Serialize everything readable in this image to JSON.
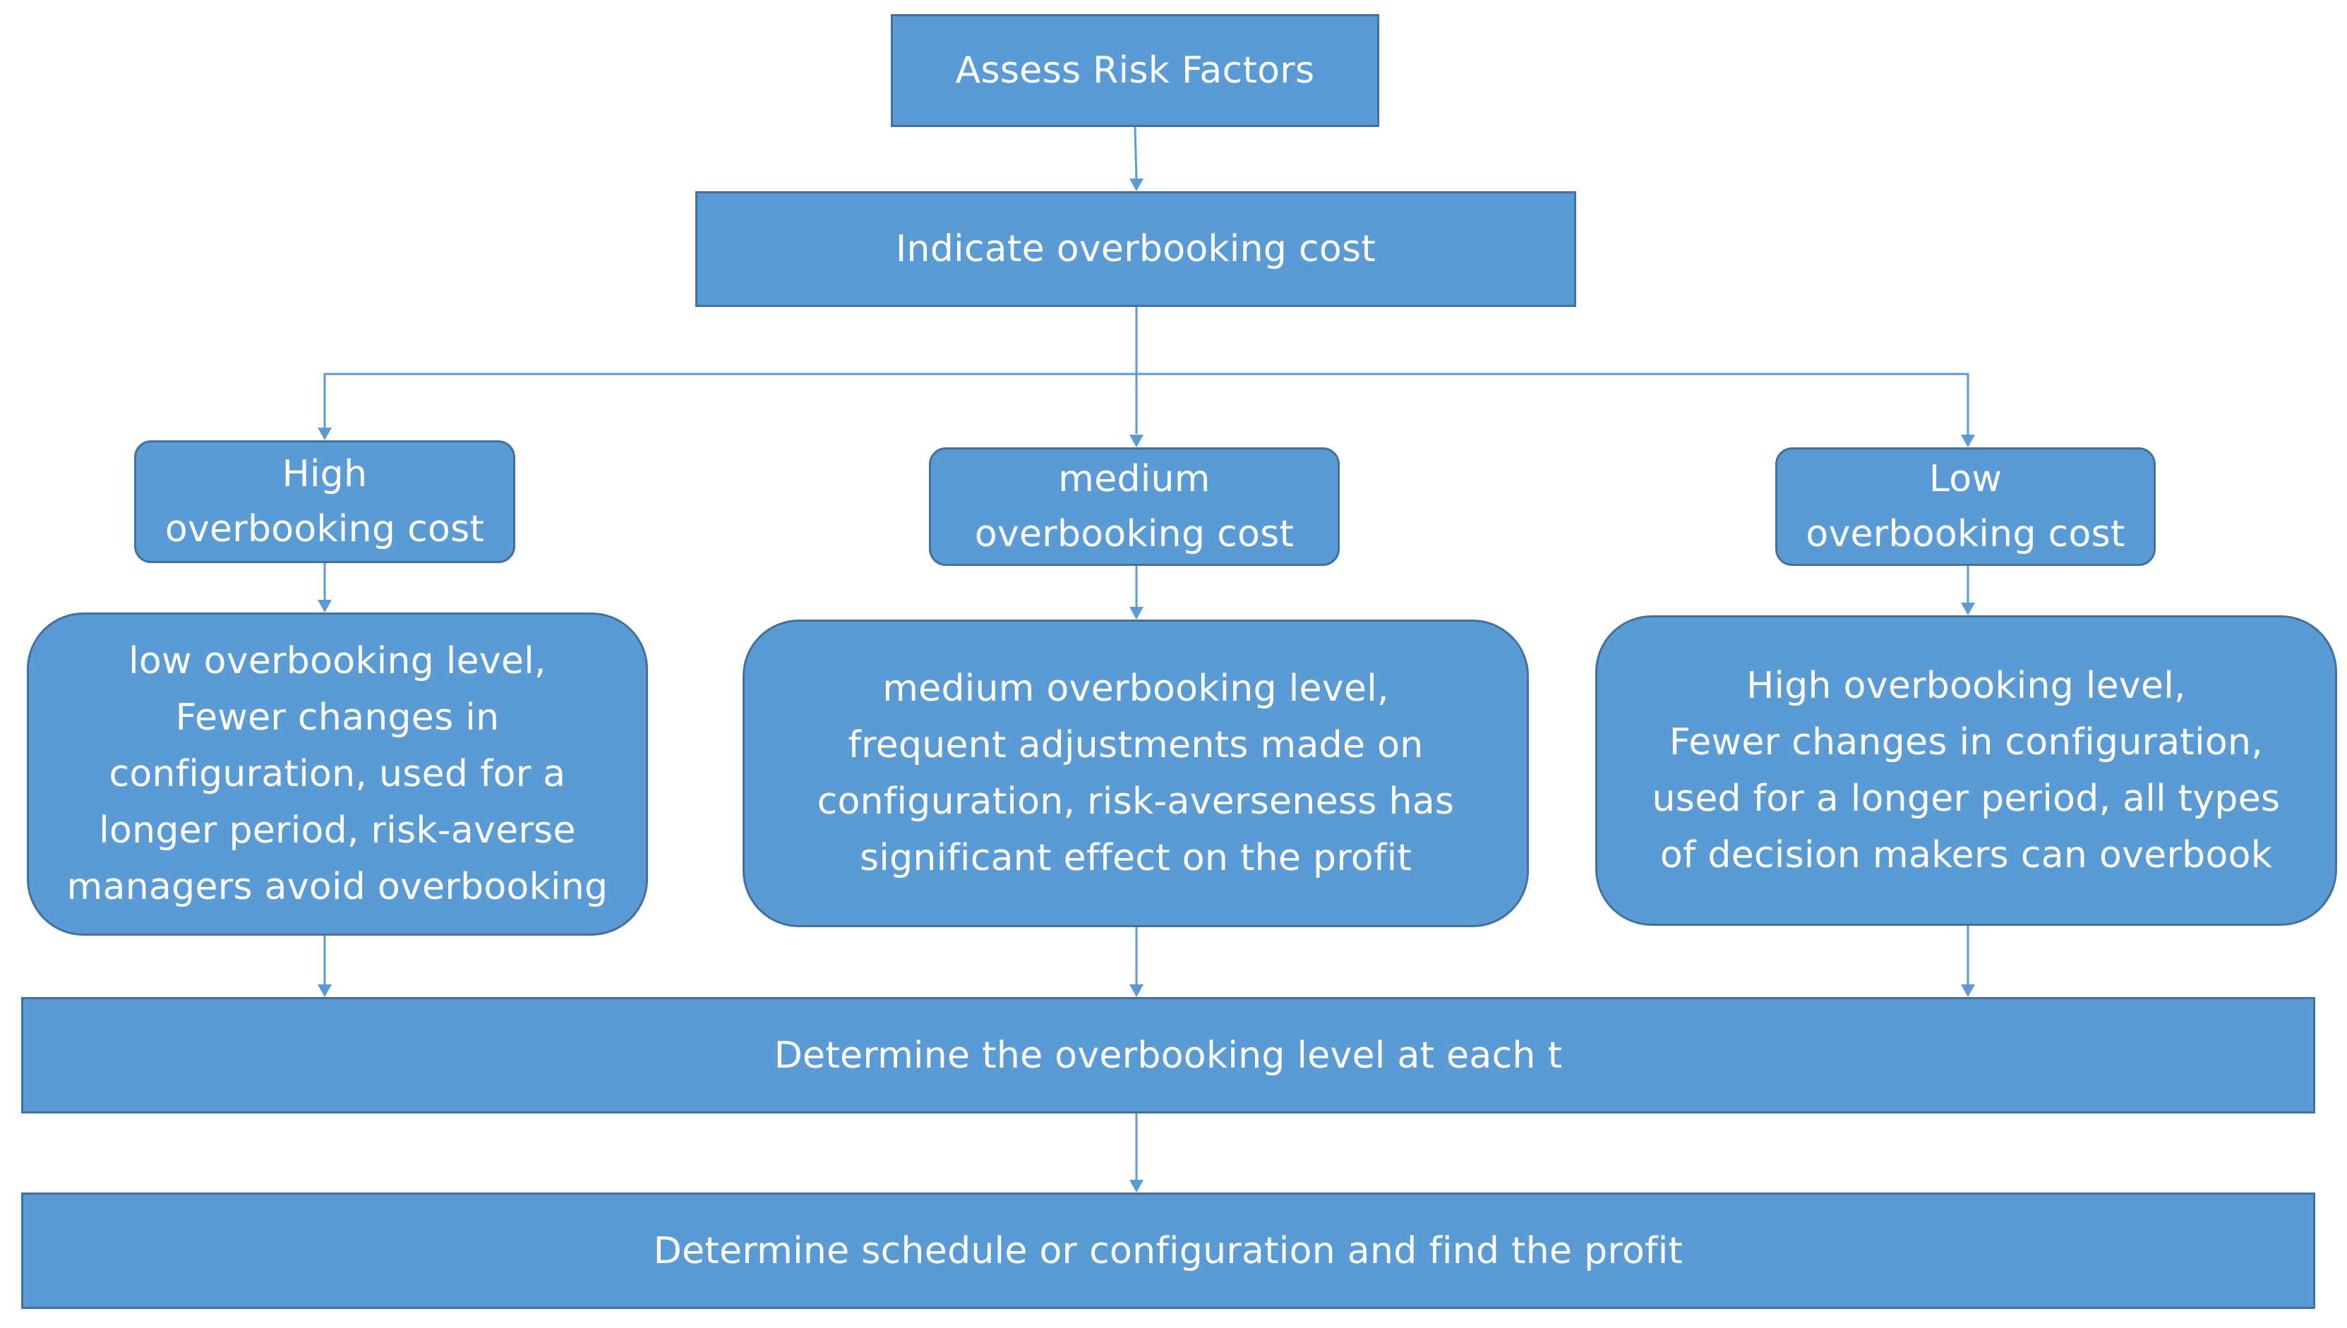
{
  "diagram": {
    "assess": "Assess Risk Factors",
    "indicate": "Indicate overbooking cost",
    "branches": [
      {
        "cost": "High\noverbooking cost",
        "detail": "low overbooking level,\nFewer changes in\nconfiguration, used for a\nlonger period, risk-averse\nmanagers avoid overbooking"
      },
      {
        "cost": "medium\noverbooking cost",
        "detail": "medium overbooking level,\nfrequent adjustments made on\nconfiguration, risk-averseness has\nsignificant effect on the profit"
      },
      {
        "cost": "Low\noverbooking cost",
        "detail": "High overbooking level,\nFewer changes in configuration,\nused for a longer period, all types\nof decision makers can overbook"
      }
    ],
    "determine_level": "Determine the overbooking level at each t",
    "determine_schedule": "Determine  schedule or configuration and find the profit"
  },
  "colors": {
    "box_fill": "#5b9bd5",
    "box_border": "#41719c",
    "connector": "#5b9bd5",
    "text": "#ffffff"
  }
}
